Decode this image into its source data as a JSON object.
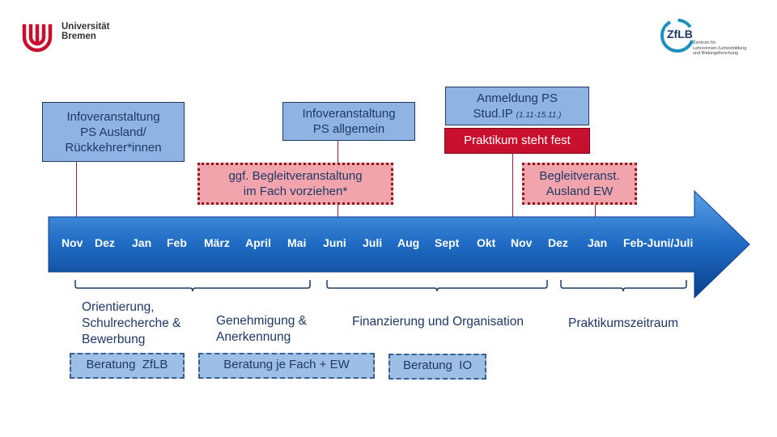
{
  "header": {
    "university": [
      "Universität",
      "Bremen"
    ],
    "zflb_logo": "ZfLB",
    "zflb_subtitle": [
      "Zentrum für",
      "Lehrerinnen-/Lehrerbildung",
      "und Bildungsforschung"
    ]
  },
  "top_boxes": {
    "info_ausland": [
      "Infoveranstaltung",
      "PS Ausland/",
      "Rückkehrer*innen"
    ],
    "info_allgemein": [
      "Infoveranstaltung",
      "PS allgemein"
    ],
    "anmeldung": [
      "Anmeldung PS",
      "Stud.IP"
    ],
    "anmeldung_dates": "(1.11-15.11.)",
    "praktikum_fest": "Praktikum steht fest",
    "begleit_fach": [
      "ggf. Begleitveranstaltung",
      "im Fach vorziehen*"
    ],
    "begleit_ausland": [
      "Begleitveranst.",
      "Ausland EW"
    ]
  },
  "timeline": {
    "months": [
      "Nov",
      "Dez",
      "Jan",
      "Feb",
      "März",
      "April",
      "Mai",
      "Juni",
      "Juli",
      "Aug",
      "Sept",
      "Okt",
      "Nov",
      "Dez",
      "Jan",
      "Feb-Juni/Juli"
    ]
  },
  "phases": {
    "orientierung": [
      "Orientierung,",
      "Schulrecherche &",
      "Bewerbung"
    ],
    "genehmigung": [
      "Genehmigung &",
      "Anerkennung"
    ],
    "finanzierung": "Finanzierung und Organisation",
    "praktikum": "Praktikumszeitraum"
  },
  "beratung": {
    "zflb": "Beratung  ZfLB",
    "fach": "Beratung je Fach + EW",
    "io": "Beratung  IO"
  },
  "colors": {
    "arrow_top": "#4a90d9",
    "arrow_bottom": "#0a4a9a",
    "university_red": "#c8102e",
    "text_navy": "#1f3864"
  }
}
